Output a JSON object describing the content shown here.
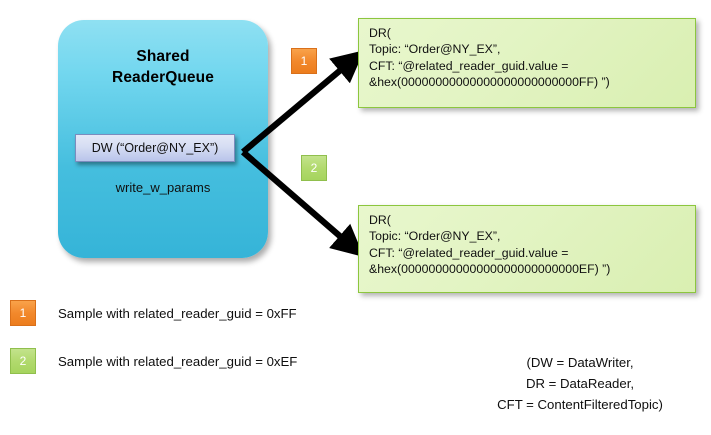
{
  "diagram": {
    "queue": {
      "title_line_1": "Shared",
      "title_line_2": "ReaderQueue",
      "datawriter_label": "DW (“Order@NY_EX”)",
      "operation_label": "write_w_params",
      "fill_color_top": "#8fe0f2",
      "fill_color_bottom": "#35b4d8"
    },
    "steps": [
      {
        "number": "1",
        "color": "#ee8424"
      },
      {
        "number": "2",
        "color": "#aed561"
      }
    ],
    "datareaders": [
      {
        "line_1": "DR(",
        "line_2": "Topic: “Order@NY_EX”,",
        "line_3": "CFT: “@related_reader_guid.value =",
        "line_4": "&hex(00000000000000000000000000FF)  ”)",
        "fill_color": "#e3f4c4",
        "border_color": "#8cc63e"
      },
      {
        "line_1": "DR(",
        "line_2": "Topic: “Order@NY_EX”,",
        "line_3": "CFT: “@related_reader_guid.value =",
        "line_4": "&hex(00000000000000000000000000EF)  ”)",
        "fill_color": "#e3f4c4",
        "border_color": "#8cc63e"
      }
    ],
    "legend": [
      {
        "badge": "1",
        "text": "Sample with related_reader_guid = 0xFF",
        "color": "#ee8424"
      },
      {
        "badge": "2",
        "text": "Sample with related_reader_guid = 0xEF",
        "color": "#aed561"
      }
    ],
    "abbreviations": {
      "line_1": "(DW = DataWriter,",
      "line_2": "DR = DataReader,",
      "line_3": "CFT = ContentFilteredTopic)"
    }
  }
}
